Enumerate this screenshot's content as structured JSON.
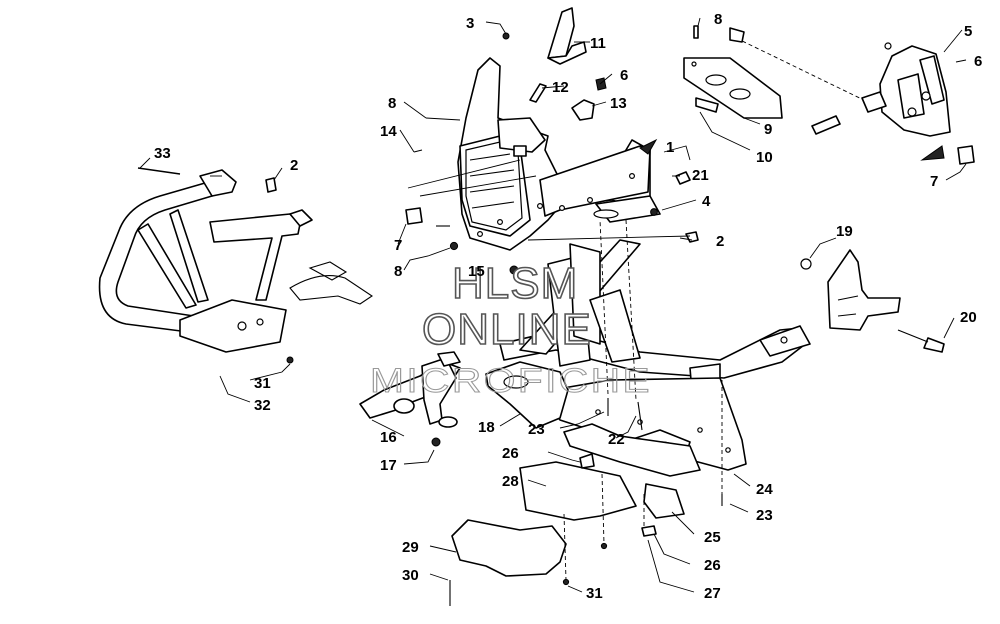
{
  "watermark": {
    "line1": "HLSM",
    "line2": "ONLINE",
    "line3": "MICROFICHE"
  },
  "callouts": [
    {
      "id": "c1",
      "label": "1"
    },
    {
      "id": "c2a",
      "label": "2"
    },
    {
      "id": "c2b",
      "label": "2"
    },
    {
      "id": "c3",
      "label": "3"
    },
    {
      "id": "c4",
      "label": "4"
    },
    {
      "id": "c5",
      "label": "5"
    },
    {
      "id": "c6a",
      "label": "6"
    },
    {
      "id": "c6b",
      "label": "6"
    },
    {
      "id": "c7a",
      "label": "7"
    },
    {
      "id": "c7b",
      "label": "7"
    },
    {
      "id": "c8a",
      "label": "8"
    },
    {
      "id": "c8b",
      "label": "8"
    },
    {
      "id": "c8c",
      "label": "8"
    },
    {
      "id": "c9",
      "label": "9"
    },
    {
      "id": "c10",
      "label": "10"
    },
    {
      "id": "c11",
      "label": "11"
    },
    {
      "id": "c12",
      "label": "12"
    },
    {
      "id": "c13",
      "label": "13"
    },
    {
      "id": "c14",
      "label": "14"
    },
    {
      "id": "c15",
      "label": "15"
    },
    {
      "id": "c16",
      "label": "16"
    },
    {
      "id": "c17",
      "label": "17"
    },
    {
      "id": "c18",
      "label": "18"
    },
    {
      "id": "c19",
      "label": "19"
    },
    {
      "id": "c20",
      "label": "20"
    },
    {
      "id": "c21",
      "label": "21"
    },
    {
      "id": "c22",
      "label": "22"
    },
    {
      "id": "c23a",
      "label": "23"
    },
    {
      "id": "c23b",
      "label": "23"
    },
    {
      "id": "c24",
      "label": "24"
    },
    {
      "id": "c25",
      "label": "25"
    },
    {
      "id": "c26a",
      "label": "26"
    },
    {
      "id": "c26b",
      "label": "26"
    },
    {
      "id": "c27",
      "label": "27"
    },
    {
      "id": "c28",
      "label": "28"
    },
    {
      "id": "c29",
      "label": "29"
    },
    {
      "id": "c30",
      "label": "30"
    },
    {
      "id": "c31a",
      "label": "31"
    },
    {
      "id": "c31b",
      "label": "31"
    },
    {
      "id": "c32",
      "label": "32"
    },
    {
      "id": "c33",
      "label": "33"
    }
  ]
}
